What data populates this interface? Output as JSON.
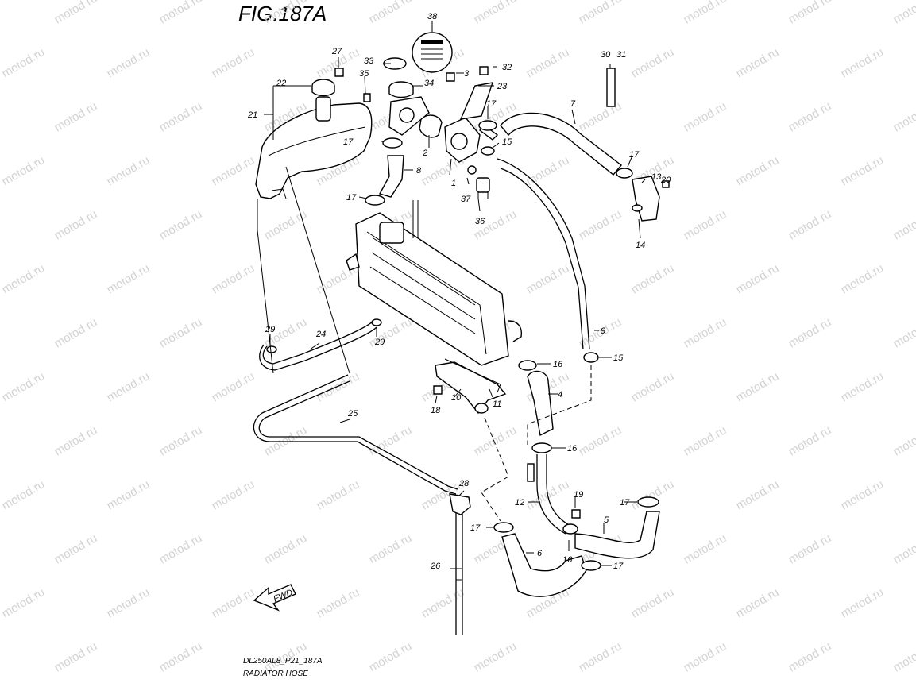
{
  "figure": {
    "title": "FIG.187A",
    "model_code": "DL250AL8_P21_187A",
    "name": "RADIATOR HOSE",
    "watermark": "motod.ru",
    "fwd_label": "FWD"
  },
  "callouts": [
    {
      "id": "c1",
      "label": "1"
    },
    {
      "id": "c2",
      "label": "2"
    },
    {
      "id": "c3",
      "label": "3"
    },
    {
      "id": "c4",
      "label": "4"
    },
    {
      "id": "c5",
      "label": "5"
    },
    {
      "id": "c6",
      "label": "6"
    },
    {
      "id": "c7",
      "label": "7"
    },
    {
      "id": "c8",
      "label": "8"
    },
    {
      "id": "c9",
      "label": "9"
    },
    {
      "id": "c10",
      "label": "10"
    },
    {
      "id": "c11",
      "label": "11"
    },
    {
      "id": "c12",
      "label": "12"
    },
    {
      "id": "c13",
      "label": "13"
    },
    {
      "id": "c14",
      "label": "14"
    },
    {
      "id": "c15a",
      "label": "15"
    },
    {
      "id": "c15b",
      "label": "15"
    },
    {
      "id": "c16a",
      "label": "16"
    },
    {
      "id": "c16b",
      "label": "16"
    },
    {
      "id": "c16c",
      "label": "16"
    },
    {
      "id": "c17a",
      "label": "17"
    },
    {
      "id": "c17b",
      "label": "17"
    },
    {
      "id": "c17c",
      "label": "17"
    },
    {
      "id": "c17d",
      "label": "17"
    },
    {
      "id": "c17e",
      "label": "17"
    },
    {
      "id": "c17f",
      "label": "17"
    },
    {
      "id": "c17g",
      "label": "17"
    },
    {
      "id": "c18",
      "label": "18"
    },
    {
      "id": "c19",
      "label": "19"
    },
    {
      "id": "c20",
      "label": "20"
    },
    {
      "id": "c21",
      "label": "21"
    },
    {
      "id": "c22",
      "label": "22"
    },
    {
      "id": "c23",
      "label": "23"
    },
    {
      "id": "c24",
      "label": "24"
    },
    {
      "id": "c25",
      "label": "25"
    },
    {
      "id": "c26",
      "label": "26"
    },
    {
      "id": "c27",
      "label": "27"
    },
    {
      "id": "c28",
      "label": "28"
    },
    {
      "id": "c29a",
      "label": "29"
    },
    {
      "id": "c29b",
      "label": "29"
    },
    {
      "id": "c30",
      "label": "30"
    },
    {
      "id": "c31",
      "label": "31"
    },
    {
      "id": "c32",
      "label": "32"
    },
    {
      "id": "c33",
      "label": "33"
    },
    {
      "id": "c34",
      "label": "34"
    },
    {
      "id": "c35",
      "label": "35"
    },
    {
      "id": "c36",
      "label": "36"
    },
    {
      "id": "c37",
      "label": "37"
    },
    {
      "id": "c38",
      "label": "38"
    }
  ]
}
